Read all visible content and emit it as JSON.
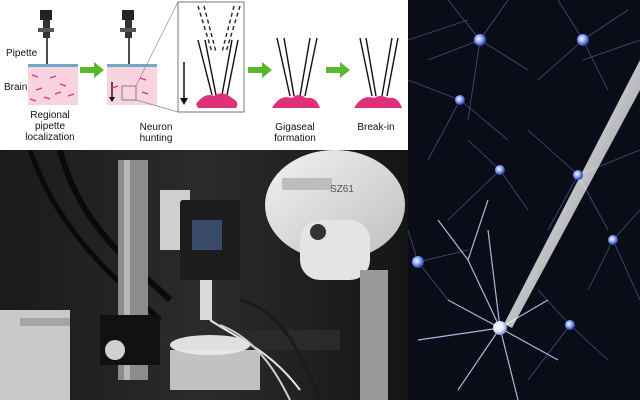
{
  "diagram": {
    "labels": {
      "pipette": "Pipette",
      "brain": "Brain",
      "step1_line1": "Regional",
      "step1_line2": "pipette",
      "step1_line3": "localization",
      "step2_line1": "Neuron",
      "step2_line2": "hunting",
      "step3_line1": "Gigaseal",
      "step3_line2": "formation",
      "step4": "Break-in"
    },
    "colors": {
      "arrow": "#5ab82e",
      "brain_tissue": "#f9d3de",
      "neuron": "#e0307a",
      "brain_surface": "#6fa8c9"
    }
  },
  "photo_rig": {
    "microscope_brand_text": "SZ61"
  }
}
